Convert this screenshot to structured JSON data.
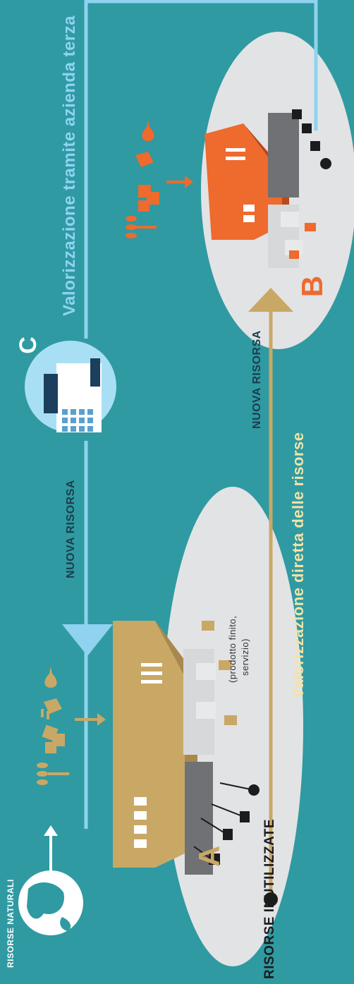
{
  "labels": {
    "via_third_party": "Valorizzazione tramite azienda terza",
    "direct_valorization": "Valorizzazione diretta delle risorse",
    "new_resource_left": "NUOVA RISORSA",
    "new_resource_right": "NUOVA RISORSA",
    "unused_resources": "RISORSE INUTILIZZATE",
    "natural_resources": "RISORSE NATURALI",
    "product_line1": "(prodotto finito,",
    "product_line2": "servizio)",
    "letter_a": "A",
    "letter_b": "B",
    "letter_c": "C"
  },
  "colors": {
    "background": "#2f9aa2",
    "light_blue": "#8fd3f0",
    "gold": "#c9a865",
    "orange": "#ee6a2d",
    "ellipse": "#e2e3e5",
    "grey_dark": "#6f7174",
    "grey_light": "#d7d8da",
    "white": "#ffffff"
  },
  "icons": [
    "globe-icon",
    "wheat-icon",
    "wood-icon",
    "plug-icon",
    "drop-icon",
    "factory-icon",
    "bin-icon"
  ]
}
